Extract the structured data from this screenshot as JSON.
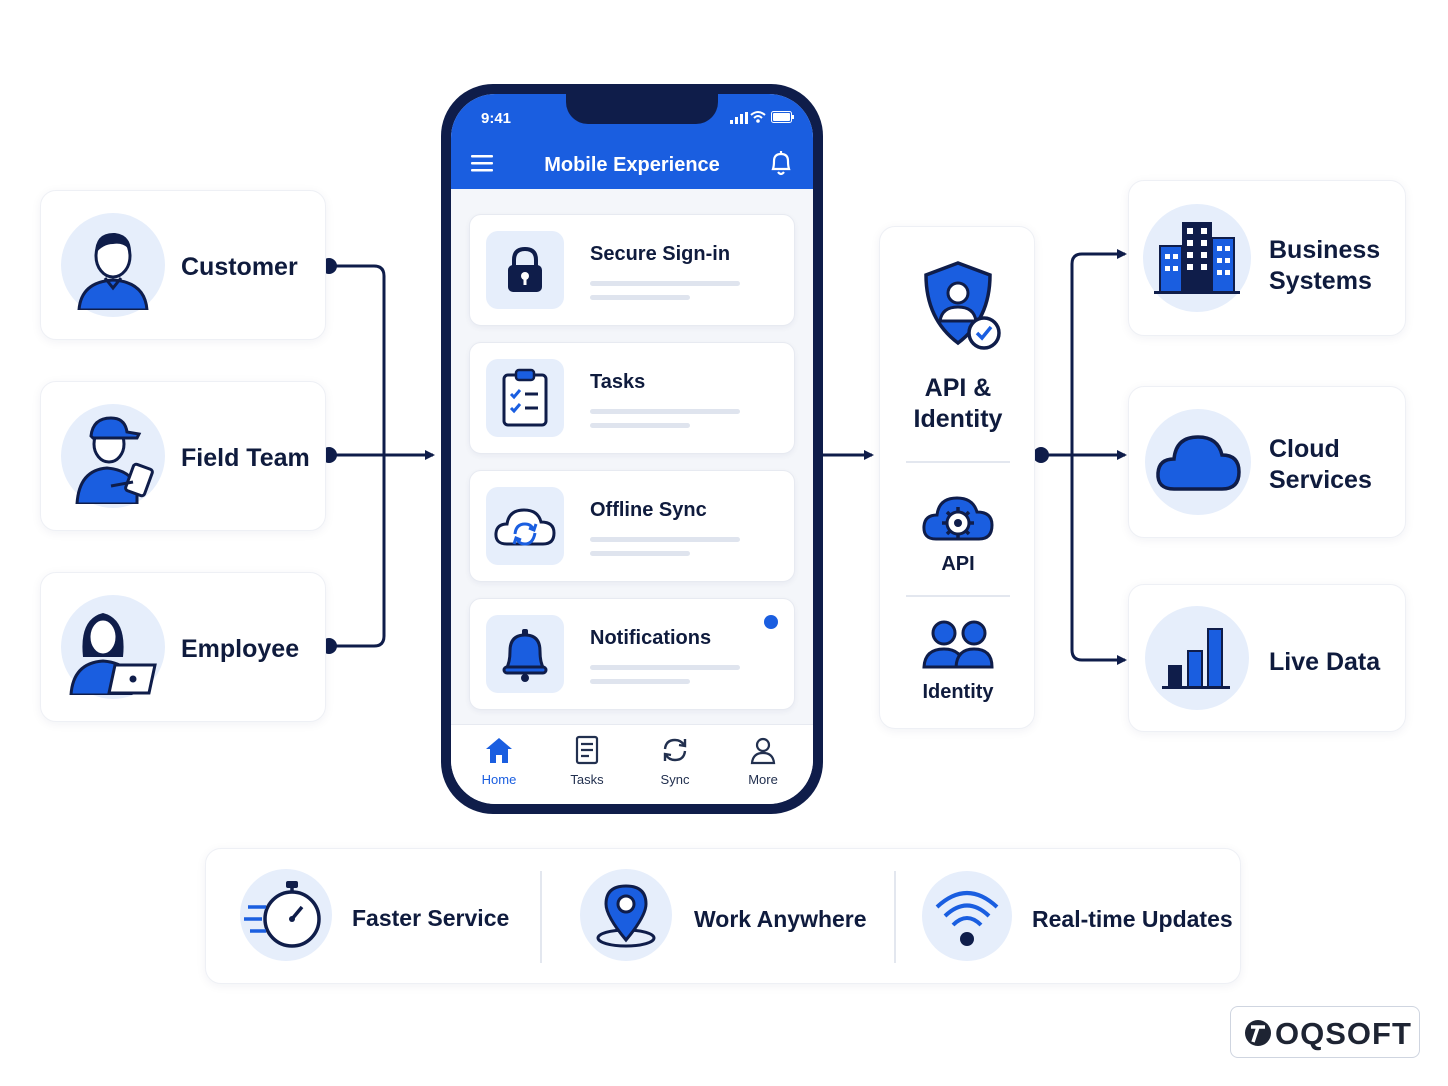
{
  "users": [
    {
      "label": "Customer",
      "icon": "customer-icon"
    },
    {
      "label": "Field Team",
      "icon": "field-worker-icon"
    },
    {
      "label": "Employee",
      "icon": "employee-icon"
    }
  ],
  "phone": {
    "time": "9:41",
    "title": "Mobile Experience",
    "features": [
      {
        "label": "Secure Sign-in",
        "icon": "lock-icon"
      },
      {
        "label": "Tasks",
        "icon": "clipboard-icon"
      },
      {
        "label": "Offline Sync",
        "icon": "cloud-sync-icon"
      },
      {
        "label": "Notifications",
        "icon": "bell-icon"
      }
    ],
    "nav": [
      {
        "label": "Home",
        "icon": "home-icon"
      },
      {
        "label": "Tasks",
        "icon": "document-icon"
      },
      {
        "label": "Sync",
        "icon": "sync-icon"
      },
      {
        "label": "More",
        "icon": "user-icon"
      }
    ]
  },
  "middleware": {
    "title": "API & Identity",
    "api_label": "API",
    "identity_label": "Identity"
  },
  "systems": [
    {
      "label": "Business Systems",
      "icon": "buildings-icon"
    },
    {
      "label": "Cloud Services",
      "icon": "cloud-icon"
    },
    {
      "label": "Live Data",
      "icon": "bar-chart-icon"
    }
  ],
  "benefits": [
    {
      "label": "Faster Service",
      "icon": "stopwatch-icon"
    },
    {
      "label": "Work Anywhere",
      "icon": "location-pin-icon"
    },
    {
      "label": "Real-time Updates",
      "icon": "wifi-icon"
    }
  ],
  "brand": {
    "name": "OQSOFT"
  },
  "colors": {
    "primary": "#1a5ee0",
    "navy": "#0f1d4a",
    "icon_bg": "#e6eefb",
    "text": "#0f1b3d"
  }
}
